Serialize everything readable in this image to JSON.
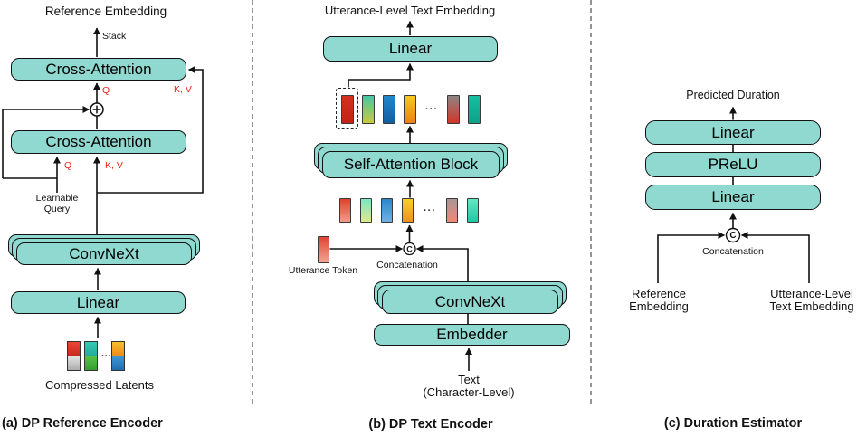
{
  "figure": {
    "panels": {
      "a": {
        "caption": "(a) DP Reference Encoder",
        "output_label": "Reference Embedding",
        "stack_label": "Stack",
        "cross_attention_top": "Cross-Attention",
        "cross_attention_bottom": "Cross-Attention",
        "convnext": "ConvNeXt",
        "linear": "Linear",
        "learnable_query_line1": "Learnable",
        "learnable_query_line2": "Query",
        "input_label": "Compressed Latents",
        "ports": {
          "q": "Q",
          "kv": "K, V"
        }
      },
      "b": {
        "caption": "(b) DP Text Encoder",
        "output_label": "Utterance-Level Text Embedding",
        "linear": "Linear",
        "self_attention": "Self-Attention Block",
        "convnext": "ConvNeXt",
        "embedder": "Embedder",
        "utterance_token_label": "Utterance Token",
        "concat_label": "Concatenation",
        "input_line1": "Text",
        "input_line2": "(Character-Level)"
      },
      "c": {
        "caption": "(c) Duration Estimator",
        "output_label": "Predicted Duration",
        "linear_top": "Linear",
        "prelu": "PReLU",
        "linear_bottom": "Linear",
        "concat_label": "Concatenation",
        "input_left_line1": "Reference",
        "input_left_line2": "Embedding",
        "input_right_line1": "Utterance-Level",
        "input_right_line2": "Text Embedding"
      }
    },
    "glyphs": {
      "concat": "C",
      "dots": "···"
    },
    "colors": {
      "box_fill": "#8FD9D0",
      "box_border": "#111111",
      "wire": "#111111",
      "port_label": "#E8251C",
      "divider": "#666666",
      "background": "#FFFFFF"
    },
    "tokens": {
      "row_top": [
        {
          "from": "#D23120",
          "to": "#C12315",
          "selected": true
        },
        {
          "from": "#41C8A6",
          "to": "#CBC93E"
        },
        {
          "from": "#2187CB",
          "to": "#145E9E"
        },
        {
          "from": "#F8C822",
          "to": "#EE7F18"
        },
        {
          "dots": true
        },
        {
          "from": "#8E8583",
          "to": "#D23527"
        },
        {
          "from": "#16BFA2",
          "to": "#0FA18A"
        }
      ],
      "row_bottom": [
        {
          "from": "#E1402F",
          "to": "#F29C8B"
        },
        {
          "from": "#7EE5C4",
          "to": "#DEEA8D"
        },
        {
          "from": "#2B86CC",
          "to": "#6FB0E4"
        },
        {
          "from": "#F8D02A",
          "to": "#F0921D"
        },
        {
          "dots": true
        },
        {
          "from": "#A89595",
          "to": "#F28977"
        },
        {
          "from": "#63E9C2",
          "to": "#1FC7A3"
        }
      ],
      "utterance": {
        "from": "#E24434",
        "to": "#F2A492"
      },
      "latents": [
        {
          "cells": [
            {
              "from": "#ED4538",
              "to": "#C5291B"
            },
            {
              "from": "#E2E2E2",
              "to": "#ACACAC"
            }
          ]
        },
        {
          "cells": [
            {
              "from": "#35C8B4",
              "to": "#21AD9B"
            },
            {
              "from": "#55C247",
              "to": "#359E2C"
            }
          ]
        },
        {
          "dots": true
        },
        {
          "cells": [
            {
              "from": "#F8BE2E",
              "to": "#EF8C17"
            },
            {
              "from": "#3E97D4",
              "to": "#1F6DB0"
            }
          ]
        }
      ]
    }
  }
}
